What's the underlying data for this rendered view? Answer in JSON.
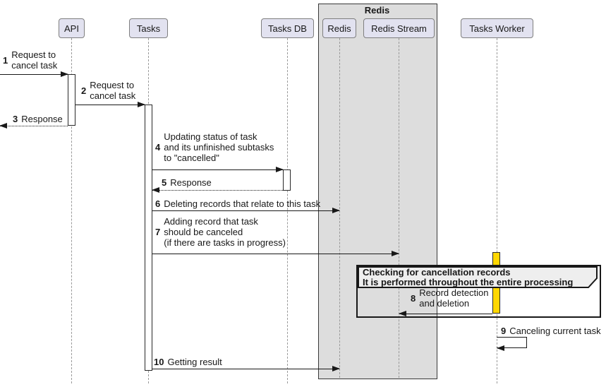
{
  "frame": {
    "title": "Redis"
  },
  "participants": [
    {
      "name": "API"
    },
    {
      "name": "Tasks"
    },
    {
      "name": "Tasks DB"
    },
    {
      "name": "Redis"
    },
    {
      "name": "Redis Stream"
    },
    {
      "name": "Tasks Worker"
    }
  ],
  "group": {
    "line1": "Checking for cancellation records",
    "line2": "It is performed throughout the entire processing"
  },
  "messages": [
    {
      "num": "1",
      "lines": [
        "Request to",
        "cancel task"
      ]
    },
    {
      "num": "2",
      "lines": [
        "Request to",
        "cancel task"
      ]
    },
    {
      "num": "3",
      "lines": [
        "Response"
      ]
    },
    {
      "num": "4",
      "lines": [
        "Updating status of task",
        "and its unfinished subtasks",
        "to \"cancelled\""
      ]
    },
    {
      "num": "5",
      "lines": [
        "Response"
      ]
    },
    {
      "num": "6",
      "lines": [
        "Deleting records that relate to this task"
      ]
    },
    {
      "num": "7",
      "lines": [
        "Adding record that task",
        "should be canceled",
        "(if there are tasks in progress)"
      ]
    },
    {
      "num": "8",
      "lines": [
        "Record detection",
        "and deletion"
      ]
    },
    {
      "num": "9",
      "lines": [
        "Canceling current task"
      ]
    },
    {
      "num": "10",
      "lines": [
        "Getting result"
      ]
    }
  ],
  "colors": {
    "participant_fill": "#e2e2f0",
    "participant_border": "#7f7f7f",
    "frame_fill": "#dddddd",
    "group_header_fill": "#eeeeee",
    "activation_fill": "#ffffff",
    "worker_activation_fill": "#ffd700",
    "line": "#181818",
    "lifeline": "#999999"
  }
}
